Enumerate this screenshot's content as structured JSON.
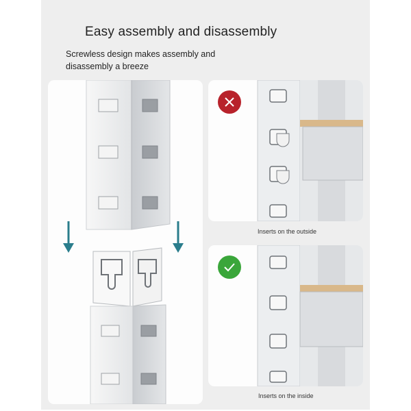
{
  "header": {
    "title": "Easy assembly and disassembly",
    "subtitle": "Screwless design makes assembly and disassembly a breeze"
  },
  "panels": {
    "top_right": {
      "caption": "Inserts on the outside",
      "status_icon": "cross-icon",
      "status_color": "#b8222b"
    },
    "bottom_right": {
      "caption": "Inserts on the inside",
      "status_icon": "check-icon",
      "status_color": "#3aa63a"
    }
  },
  "colors": {
    "background": "#eeeeee",
    "arrow": "#2a7d8c",
    "wood_shelf": "#d9b88a",
    "metal": "#e6e8ea"
  }
}
